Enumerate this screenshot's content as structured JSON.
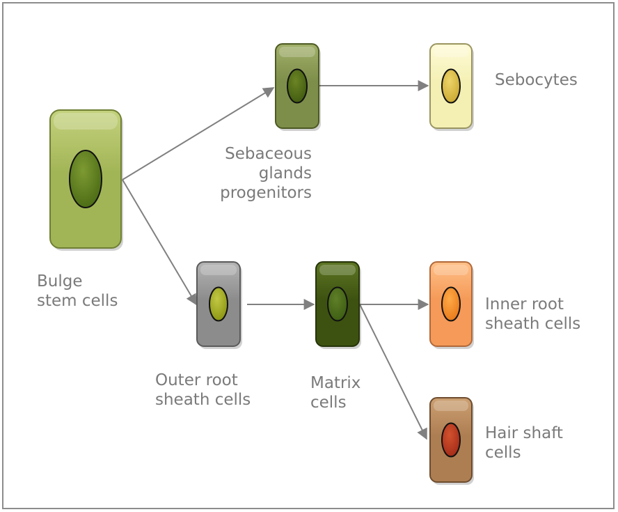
{
  "cells": [
    {
      "id": "bulge",
      "label": "Bulge\nstem cells",
      "body": "#a2b556",
      "body_light": "#c4d27e",
      "border": "#6f7f33",
      "nucleus": "#4a6a14",
      "nucleus_light": "#7d9a32"
    },
    {
      "id": "sebaceous",
      "label": "Sebaceous\nglands\nprogenitors",
      "body": "#7d8e4a",
      "body_light": "#a2b06a",
      "border": "#4c5a22",
      "nucleus": "#3f5a10",
      "nucleus_light": "#6b8424"
    },
    {
      "id": "sebocytes",
      "label": "Sebocytes",
      "body": "#f4f0b4",
      "body_light": "#fffbd8",
      "border": "#9a9560",
      "nucleus": "#c9a830",
      "nucleus_light": "#eed46a"
    },
    {
      "id": "outer-root",
      "label": "Outer root\nsheath cells",
      "body": "#8c8c8c",
      "body_light": "#b4b4b4",
      "border": "#5a5a5a",
      "nucleus": "#8a9410",
      "nucleus_light": "#c2c844"
    },
    {
      "id": "matrix",
      "label": "Matrix\ncells",
      "body": "#3d5210",
      "body_light": "#5d7624",
      "border": "#26340a",
      "nucleus": "#3c5c12",
      "nucleus_light": "#5f7f28"
    },
    {
      "id": "inner-root",
      "label": "Inner root\nsheath cells",
      "body": "#f59a58",
      "body_light": "#ffc088",
      "border": "#b0683a",
      "nucleus": "#e87818",
      "nucleus_light": "#ffaa48"
    },
    {
      "id": "hair-shaft",
      "label": "Hair shaft\ncells",
      "body": "#ad7e52",
      "body_light": "#cca072",
      "border": "#6e4c2e",
      "nucleus": "#a32a18",
      "nucleus_light": "#d2522e"
    }
  ],
  "colors": {
    "arrow": "#808080",
    "text": "#7a7a7a",
    "frame": "#8c8c8c"
  }
}
